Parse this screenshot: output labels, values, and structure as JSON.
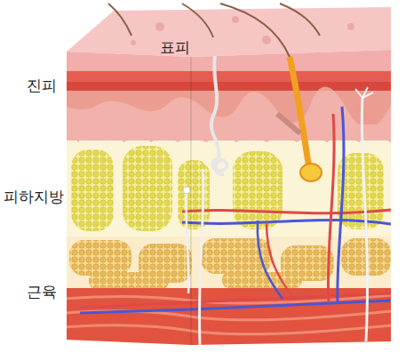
{
  "diagram": {
    "labels": [
      "표피",
      "진피",
      "피하지방",
      "근육"
    ]
  }
}
